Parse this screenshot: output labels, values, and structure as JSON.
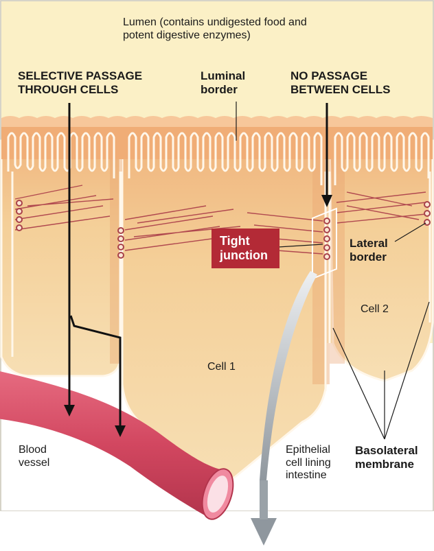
{
  "labels": {
    "lumen": "Lumen (contains undigested food and potent digestive enzymes)",
    "selective_line1": "SELECTIVE PASSAGE",
    "selective_line2": "THROUGH CELLS",
    "luminal_line1": "Luminal",
    "luminal_line2": "border",
    "no_passage_line1": "NO PASSAGE",
    "no_passage_line2": "BETWEEN CELLS",
    "tight_line1": "Tight",
    "tight_line2": "junction",
    "lateral_line1": "Lateral",
    "lateral_line2": "border",
    "cell2": "Cell 2",
    "cell1": "Cell 1",
    "blood_line1": "Blood",
    "blood_line2": "vessel",
    "epithelial_line1": "Epithelial",
    "epithelial_line2": "cell lining",
    "epithelial_line3": "intestine",
    "basolateral_line1": "Basolateral",
    "basolateral_line2": "membrane"
  },
  "colors": {
    "lumen_background": "#fbf0c6",
    "cell_fill": "#f2c98a",
    "cell_edge": "#e6a05e",
    "microvilli": "#f0ac74",
    "membrane_line": "#fff7ea",
    "junction": "#a8414a",
    "tight_junction_box": "#b32a36",
    "blood_vessel": "#d4495f",
    "arrow": "#111111",
    "big_arrow": "#a9b0b6"
  }
}
